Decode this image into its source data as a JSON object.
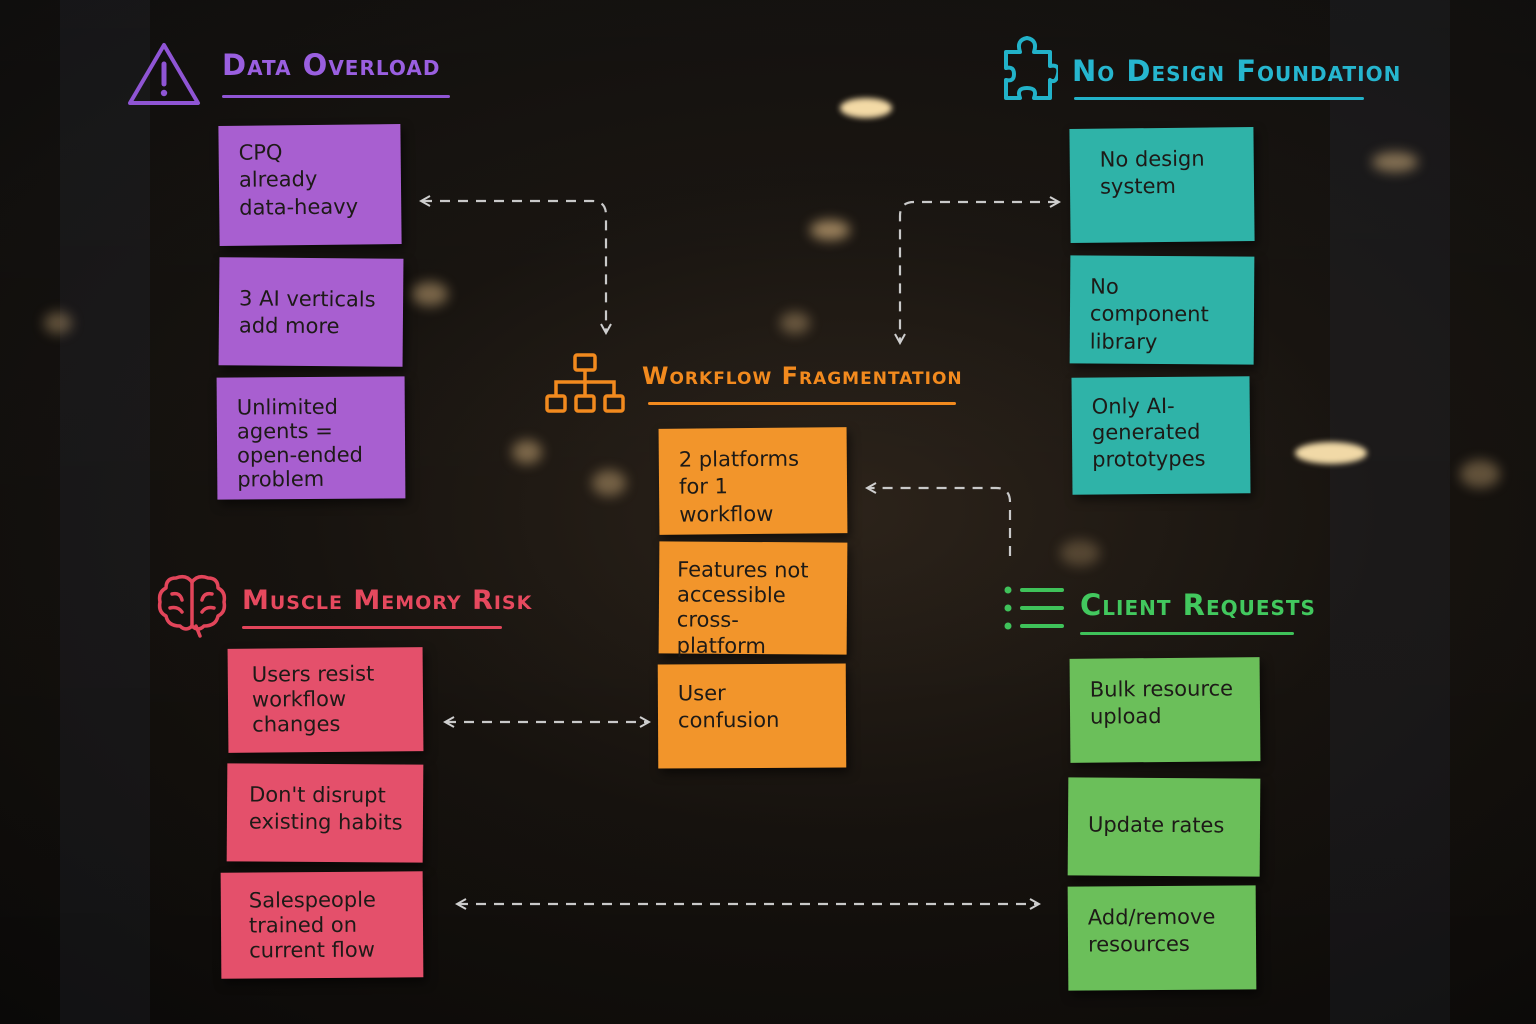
{
  "groups": {
    "data_overload": {
      "title": "Data Overload",
      "color": "#8f55d4",
      "icon": "warning-icon",
      "notes": [
        "CPQ\nalready\ndata-heavy",
        "3 AI verticals\nadd more",
        "Unlimited\nagents =\nopen-ended\nproblem"
      ]
    },
    "no_design_foundation": {
      "title": "No Design Foundation",
      "color": "#22b2c9",
      "icon": "puzzle-icon",
      "notes": [
        "No design\nsystem",
        "No component\nlibrary",
        "Only AI-\ngenerated\nprototypes"
      ]
    },
    "workflow_fragmentation": {
      "title": "Workflow Fragmentation",
      "color": "#f28a1e",
      "icon": "hierarchy-icon",
      "notes": [
        "2 platforms\nfor 1 workflow",
        "Features not\naccessible\ncross-platform",
        "User\nconfusion"
      ]
    },
    "muscle_memory_risk": {
      "title": "Muscle Memory Risk",
      "color": "#e2455a",
      "icon": "brain-icon",
      "notes": [
        "Users resist\nworkflow\nchanges",
        "Don't disrupt\nexisting habits",
        "Salespeople\ntrained on\ncurrent flow"
      ]
    },
    "client_requests": {
      "title": "Client Requests",
      "color": "#3fc25a",
      "icon": "list-icon",
      "notes": [
        "Bulk resource\nupload",
        "Update rates",
        "Add/remove\nresources"
      ]
    }
  }
}
